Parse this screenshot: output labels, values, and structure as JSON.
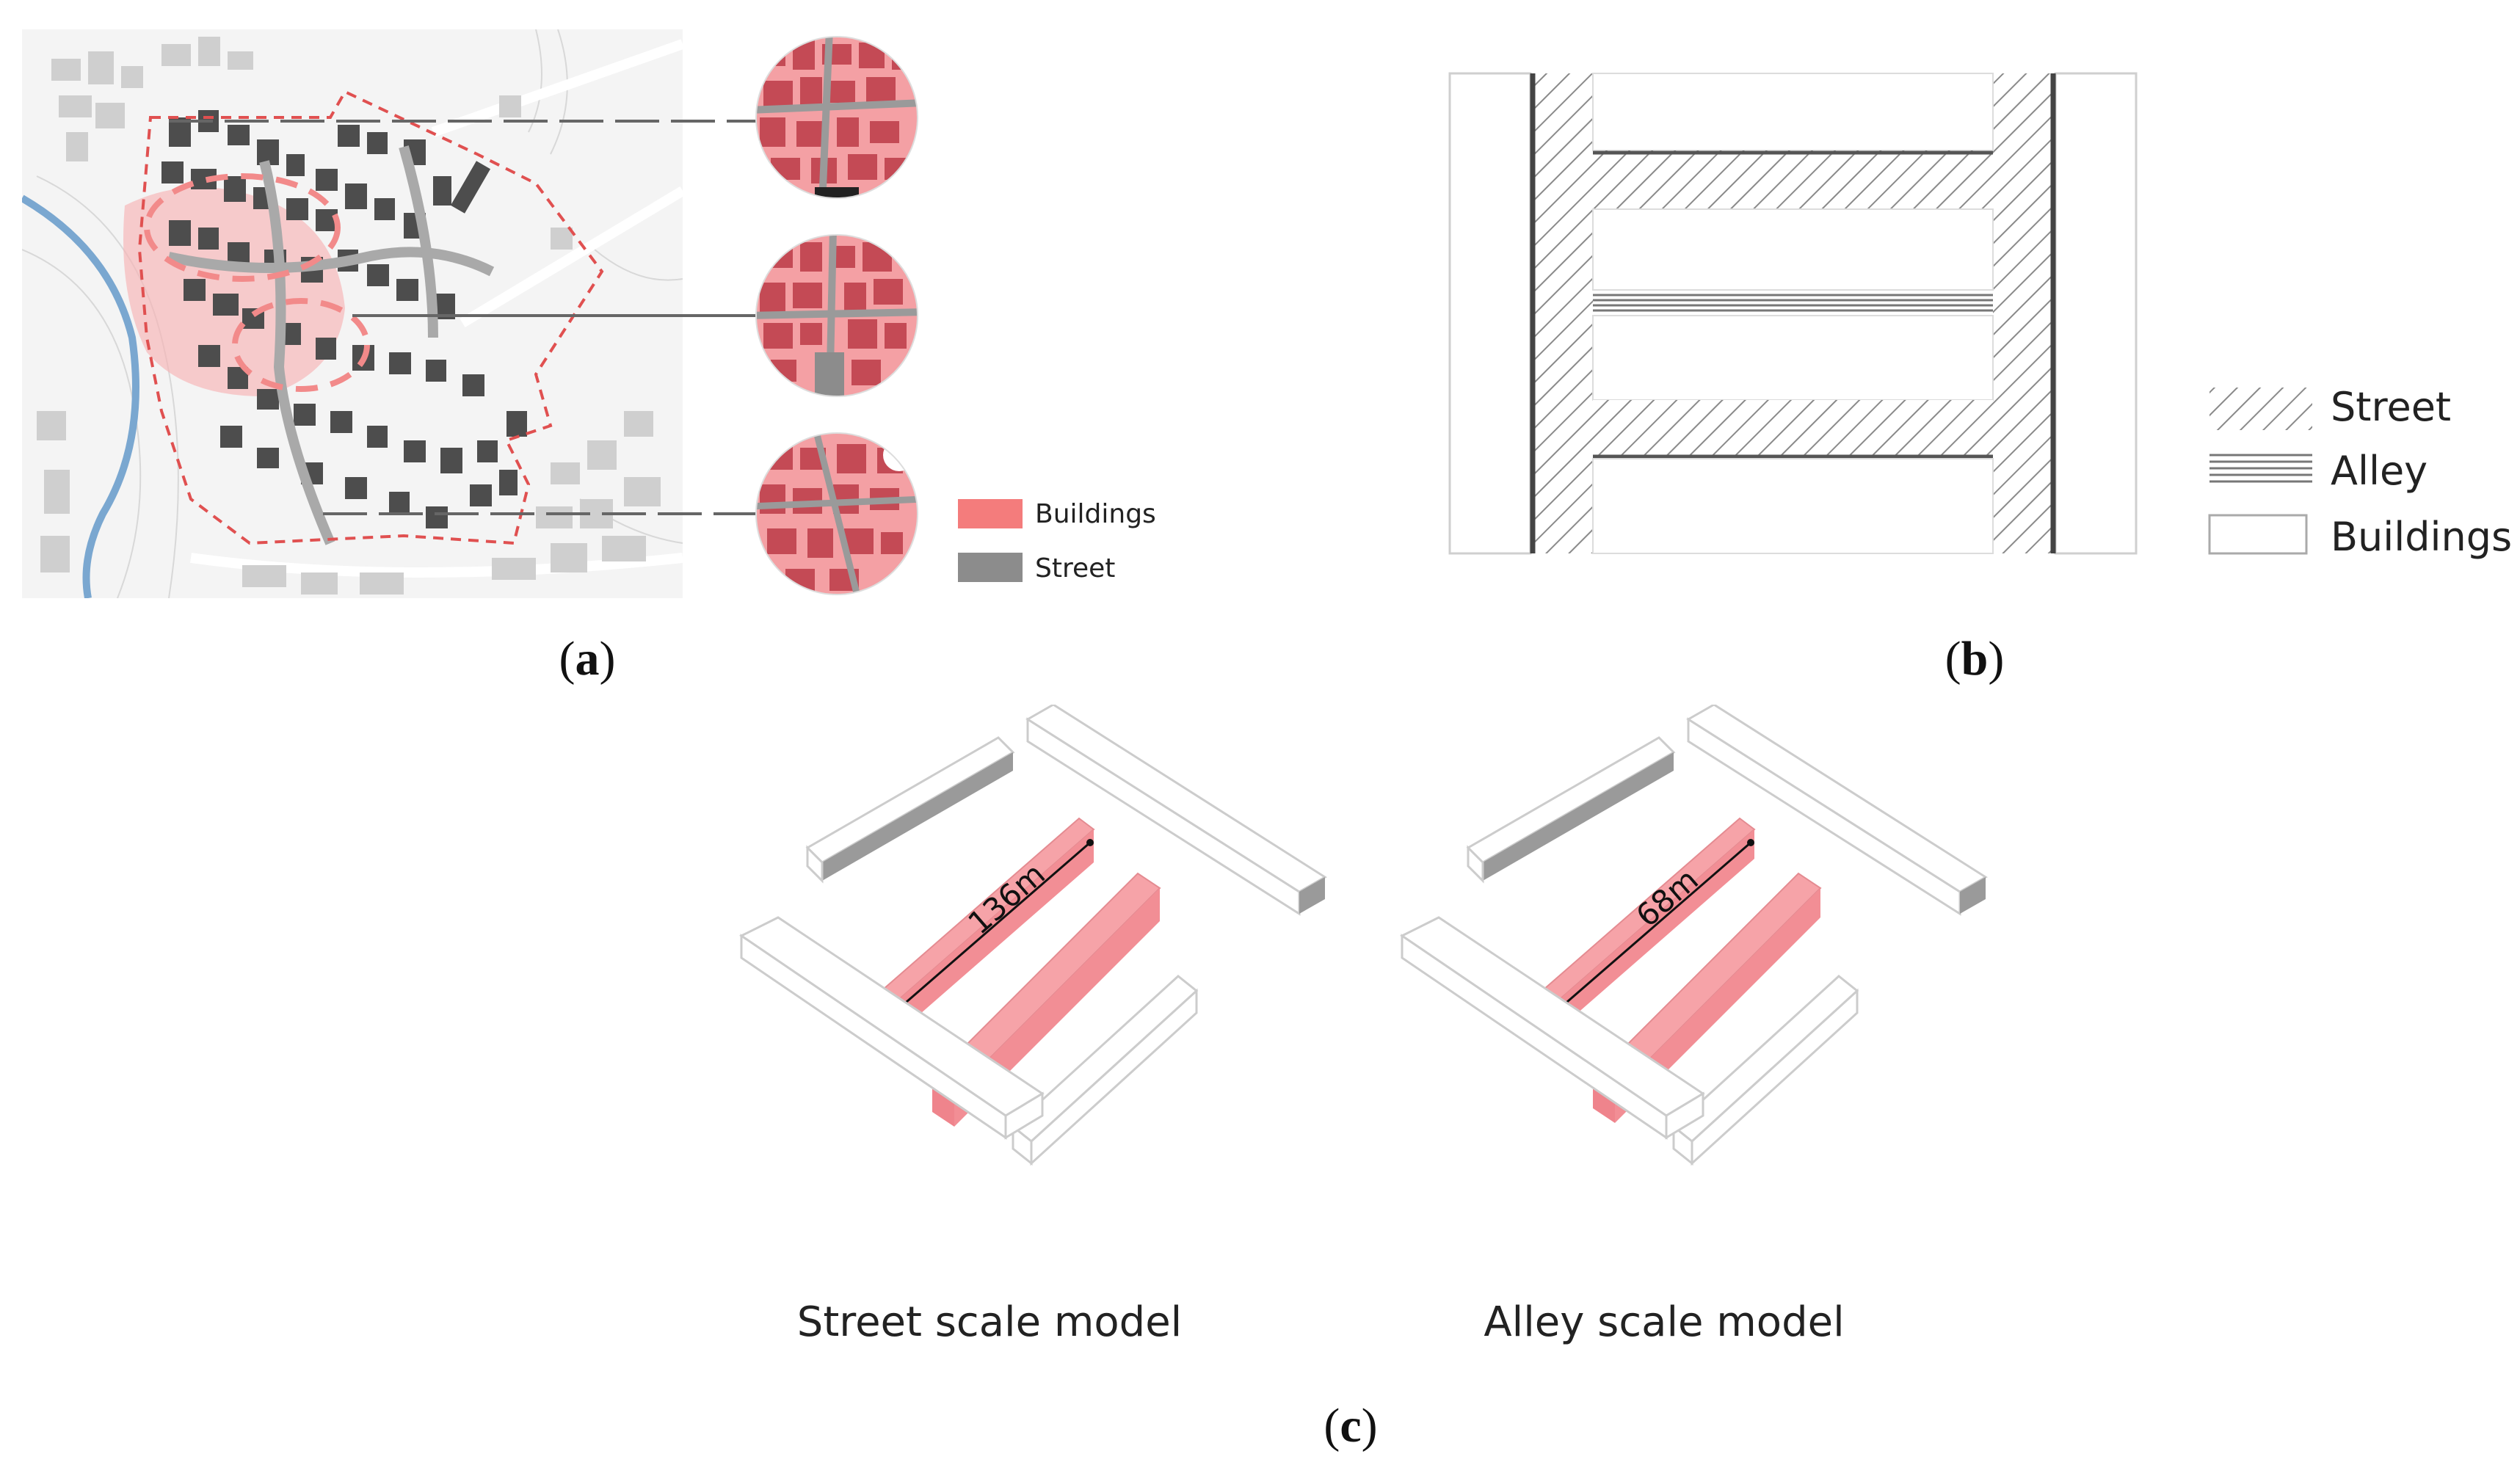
{
  "panel_a": {
    "legend": [
      {
        "label": "Buildings",
        "color": "#f47c7c"
      },
      {
        "label": "Street",
        "color": "#8c8c8c"
      }
    ],
    "caption_letter": "a"
  },
  "panel_b": {
    "legend": [
      {
        "label": "Street",
        "pattern": "diagonal-hatch"
      },
      {
        "label": "Alley",
        "pattern": "horizontal-lines"
      },
      {
        "label": "Buildings",
        "pattern": "plain"
      }
    ],
    "caption_letter": "b"
  },
  "panel_c": {
    "models": [
      {
        "title": "Street scale model",
        "dimension": "136m"
      },
      {
        "title": "Alley scale model",
        "dimension": "68m"
      }
    ],
    "caption_letter": "c"
  },
  "colors": {
    "building_pink": "#f4a0a4",
    "building_dark": "#4a4a4a",
    "street_gray": "#8c8c8c",
    "boundary_red": "#e05050",
    "river_blue": "#7aa7d0"
  }
}
